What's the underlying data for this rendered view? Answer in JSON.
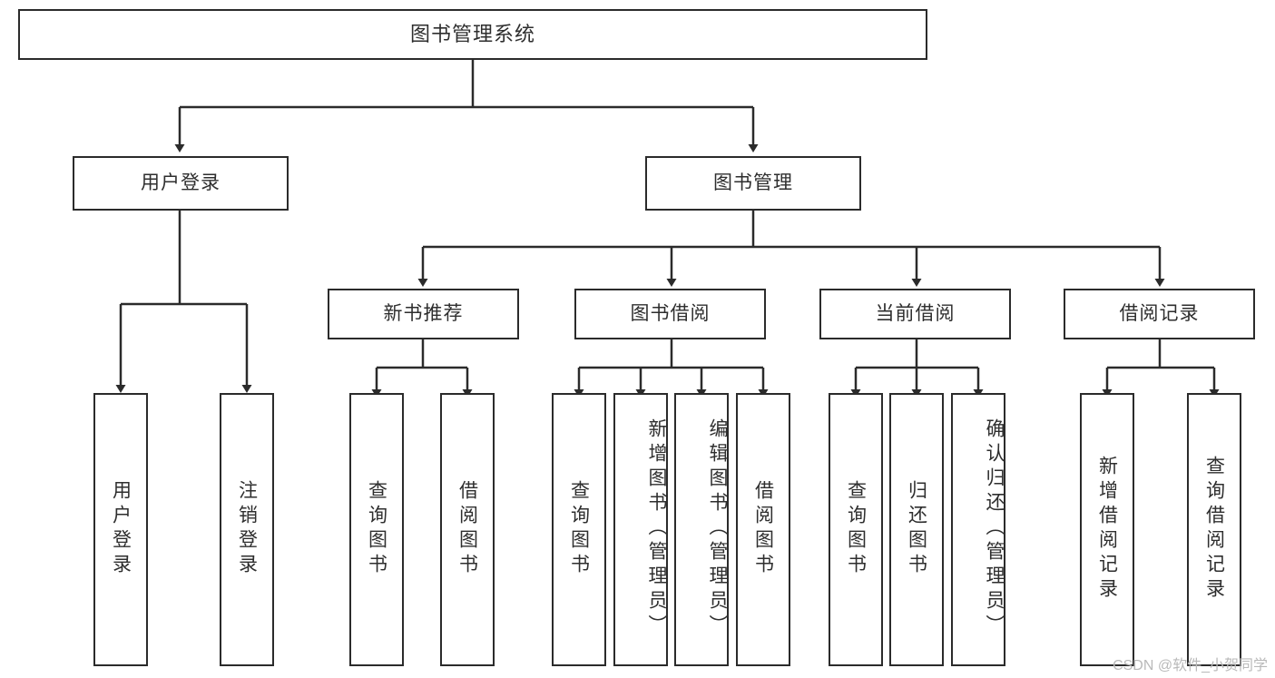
{
  "diagram": {
    "type": "tree-hierarchy",
    "title": "图书管理系统",
    "watermark": "CSDN @软件_小贺同学",
    "colors": {
      "background": "#ffffff",
      "box_border": "#2b2b2b",
      "box_fill": "#ffffff",
      "text": "#2e2e2e",
      "connector": "#2b2b2b",
      "watermark": "#b9b9b9"
    },
    "nodes": {
      "root": {
        "label": "图书管理系统"
      },
      "level1": [
        {
          "id": "user-login",
          "label": "用户登录"
        },
        {
          "id": "book-manage",
          "label": "图书管理"
        }
      ],
      "level2": [
        {
          "id": "new-book-recommend",
          "label": "新书推荐"
        },
        {
          "id": "book-borrow",
          "label": "图书借阅"
        },
        {
          "id": "current-borrow",
          "label": "当前借阅"
        },
        {
          "id": "borrow-record",
          "label": "借阅记录"
        }
      ],
      "leaves": {
        "user_login": [
          {
            "id": "leaf-user-login",
            "label": "用户登录"
          },
          {
            "id": "leaf-user-logout",
            "label": "注销登录"
          }
        ],
        "new_book_recommend": [
          {
            "id": "leaf-query-book-1",
            "label": "查询图书"
          },
          {
            "id": "leaf-borrow-book-1",
            "label": "借阅图书"
          }
        ],
        "book_borrow": [
          {
            "id": "leaf-query-book-2",
            "label": "查询图书"
          },
          {
            "id": "leaf-add-book",
            "label": "新增图书（管理员）"
          },
          {
            "id": "leaf-edit-book",
            "label": "编辑图书（管理员）"
          },
          {
            "id": "leaf-borrow-book-2",
            "label": "借阅图书"
          }
        ],
        "current_borrow": [
          {
            "id": "leaf-query-book-3",
            "label": "查询图书"
          },
          {
            "id": "leaf-return-book",
            "label": "归还图书"
          },
          {
            "id": "leaf-confirm-return",
            "label": "确认归还（管理员）"
          }
        ],
        "borrow_record": [
          {
            "id": "leaf-add-record",
            "label": "新增借阅记录"
          },
          {
            "id": "leaf-query-record",
            "label": "查询借阅记录"
          }
        ]
      }
    }
  }
}
